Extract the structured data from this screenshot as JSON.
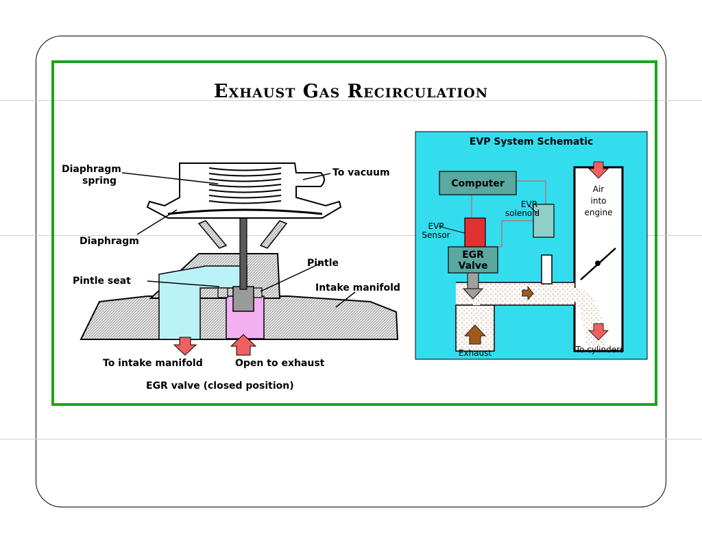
{
  "title": "Exhaust Gas Recirculation",
  "valve": {
    "labels": {
      "diaphragm_spring_1": "Diaphragm",
      "diaphragm_spring_2": "spring",
      "to_vacuum": "To vacuum",
      "diaphragm": "Diaphragm",
      "pintle": "Pintle",
      "pintle_seat": "Pintle seat",
      "intake_manifold": "Intake manifold",
      "to_intake_manifold": "To intake manifold",
      "open_to_exhaust": "Open to exhaust",
      "caption": "EGR valve (closed position)"
    }
  },
  "schematic": {
    "title": "EVP System Schematic",
    "computer": "Computer",
    "evr_1": "EVR",
    "evr_2": "solenoid",
    "evp_1": "EVP",
    "evp_2": "Sensor",
    "egr_1": "EGR",
    "egr_2": "Valve",
    "air_1": "Air",
    "air_2": "into",
    "air_3": "engine",
    "exhaust": "Exhaust",
    "to_cylinders": "To cylinders"
  },
  "colors": {
    "frame": "#1aa51a",
    "schematic_bg": "#33ddee",
    "box_teal": "#5aa8a0",
    "egr_red": "#e03030",
    "arrow_red": "#f06060",
    "intake_cyan": "#bbf2f8",
    "exhaust_pink": "#f4b0f0",
    "particles": "#b0703a"
  }
}
